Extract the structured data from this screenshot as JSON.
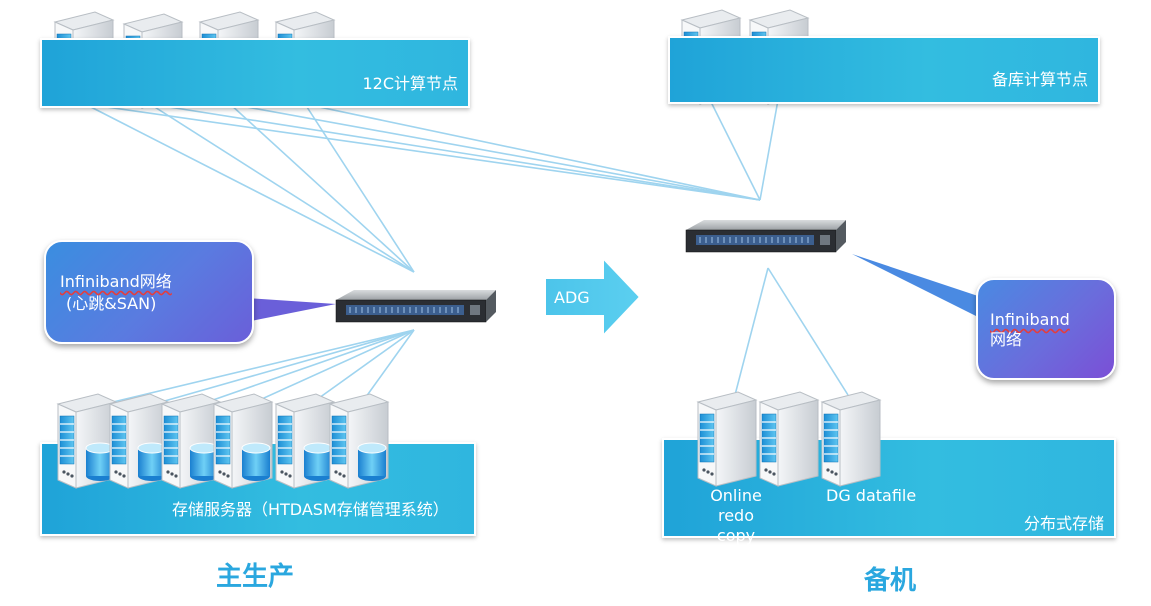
{
  "primary": {
    "compute_label": "12C计算节点",
    "storage_label": "存储服务器（HTDASM存储管理系统）",
    "network_line1": "Infiniband网络",
    "network_line2": "(心跳&SAN)",
    "title": "主生产"
  },
  "adg_label": "ADG",
  "standby": {
    "compute_label": "备库计算节点",
    "storage_label": "分布式存储",
    "online_redo": "Online redo",
    "online_redo2": "copy",
    "dg_datafile": "DG datafile",
    "network_line1": "Infiniband",
    "network_line2": "网络",
    "title": "备机"
  },
  "colors": {
    "panel": "#29b0dc",
    "bubble_left": "#3a8ee0",
    "bubble_right": "#7b4fd6",
    "title": "#2aa7df",
    "link": "#9fd4ef"
  }
}
